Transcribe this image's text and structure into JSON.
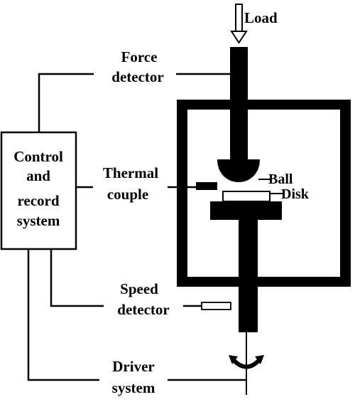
{
  "labels": {
    "load": "Load",
    "force_line1": "Force",
    "force_line2": "detector",
    "control_line1": "Control",
    "control_line2": "and",
    "control_line3": "record",
    "control_line4": "system",
    "thermal_line1": "Thermal",
    "thermal_line2": "couple",
    "ball": "Ball",
    "disk": "Disk",
    "speed_line1": "Speed",
    "speed_line2": "detector",
    "driver_line1": "Driver",
    "driver_line2": "system"
  },
  "colors": {
    "ink": "#000000",
    "background": "#ffffff"
  }
}
